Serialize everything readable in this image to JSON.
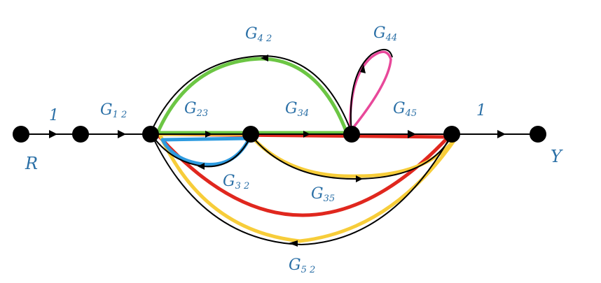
{
  "diagram": {
    "nodes": [
      {
        "id": "n1",
        "label": "R"
      },
      {
        "id": "n2",
        "label": ""
      },
      {
        "id": "n3",
        "label": ""
      },
      {
        "id": "n4",
        "label": ""
      },
      {
        "id": "n5",
        "label": ""
      },
      {
        "id": "n6",
        "label": ""
      },
      {
        "id": "n7",
        "label": "Y"
      }
    ],
    "gains": {
      "g_in": "1",
      "g12": {
        "main": "G",
        "sub": "1 2"
      },
      "g23": {
        "main": "G",
        "sub": "23"
      },
      "g34": {
        "main": "G",
        "sub": "34"
      },
      "g45": {
        "main": "G",
        "sub": "45"
      },
      "g_out": "1",
      "g42": {
        "main": "G",
        "sub": "4 2"
      },
      "g44": {
        "main": "G",
        "sub": "44"
      },
      "g32": {
        "main": "G",
        "sub": "3 2"
      },
      "g35": {
        "main": "G",
        "sub": "35"
      },
      "g52": {
        "main": "G",
        "sub": "5 2"
      }
    },
    "highlight_colors": {
      "green": "#6cc644",
      "red": "#e0271e",
      "yellow": "#f7cd3a",
      "blue": "#2e9be0",
      "pink": "#e8489a",
      "edge": "#000000",
      "label": "#2a6fa6"
    }
  }
}
